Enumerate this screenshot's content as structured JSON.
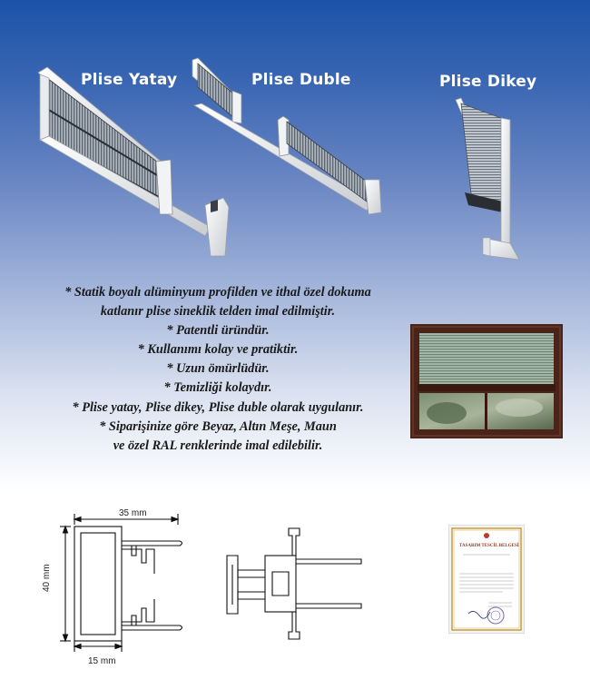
{
  "products": {
    "yatay_title": "Plise Yatay",
    "duble_title": "Plise Duble",
    "dikey_title": "Plise Dikey"
  },
  "features": [
    "* Statik boyalı alüminyum profilden ve ithal özel dokuma",
    "katlanır plise sineklik telden imal edilmiştir.",
    "* Patentli üründür.",
    "* Kullanımı kolay ve pratiktir.",
    "* Uzun ömürlüdür.",
    "* Temizliği kolaydır.",
    "* Plise yatay, Plise dikey, Plise duble olarak uygulanır.",
    "* Siparişinize göre Beyaz, Altın Meşe, Maun",
    "ve özel RAL renklerinde imal edilebilir."
  ],
  "dimensions": {
    "width_top": "35 mm",
    "height_left": "40 mm",
    "width_bottom": "15 mm"
  },
  "certificate": {
    "title": "TASARIM TESCİL BELGESİ"
  },
  "colors": {
    "background_top": "#1c53a8",
    "background_bottom": "#ffffff",
    "title_text": "#ffffff",
    "window_frame": "#4a2418"
  }
}
